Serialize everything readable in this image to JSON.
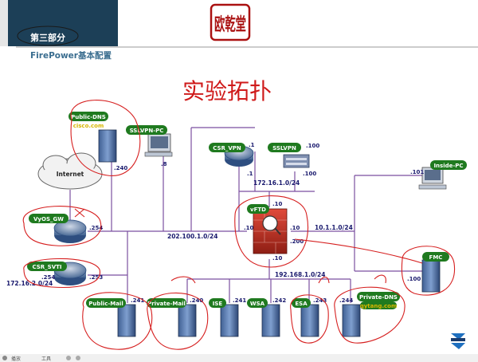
{
  "header": {
    "section": "第三部分",
    "subtitle": "FirePower基本配置",
    "seal_text": "欧乾堂"
  },
  "slide_title": "实验拓扑",
  "subnets": {
    "outside": "202.100.1.0/24",
    "vpn_dmz": "172.16.1.0/24",
    "inside": "10.1.1.0/24",
    "dmz": "192.168.1.0/24",
    "svti": "172.16.2.0/24"
  },
  "nodes": {
    "public_dns": {
      "label": "Public-DNS",
      "sublabel": "cisco.com",
      "ip": ".240"
    },
    "sslvpn_pc": {
      "label": "SSLVPN-PC",
      "ip": ".8"
    },
    "csr_vpn": {
      "label": "CSR_VPN",
      "ip_top": ".1",
      "ip_bottom": ".1"
    },
    "sslvpn": {
      "label": "SSLVPN",
      "ip_top": ".100",
      "ip_bottom": ".100"
    },
    "internet": {
      "label": "Internet"
    },
    "vyos_gw": {
      "label": "VyOS_GW",
      "ip": ".254"
    },
    "csr_svti": {
      "label": "CSR_SVTI",
      "ip_left": ".254",
      "ip_right": ".253"
    },
    "vftd": {
      "label": "vFTD",
      "ip_top": ".10",
      "ip_left": ".10",
      "ip_right": ".10",
      "ip_bottom": ".10",
      "ip_mgmt": ".200"
    },
    "inside_pc": {
      "label": "Inside-PC",
      "ip": ".101"
    },
    "fmc": {
      "label": "FMC",
      "ip": ".100"
    },
    "public_mail": {
      "label": "Public-Mail",
      "ip": ".241"
    },
    "private_mail": {
      "label": "Private-Mail",
      "ip": ".240"
    },
    "ise": {
      "label": "ISE",
      "ip": ".241"
    },
    "wsa": {
      "label": "WSA",
      "ip": ".242"
    },
    "esa": {
      "label": "ESA",
      "ip": ".243"
    },
    "private_dns": {
      "label": "Private-DNS",
      "sublabel": "qytang.com",
      "ip": ".244"
    }
  },
  "taskbar": {
    "items": [
      "播放",
      "工具"
    ]
  },
  "colors": {
    "link": "#7b4fa0",
    "label_bg": "#1f7a1f",
    "annotation": "#d61f1f",
    "header_bg": "#1c3f57",
    "subnet_text": "#1a1a6e"
  }
}
